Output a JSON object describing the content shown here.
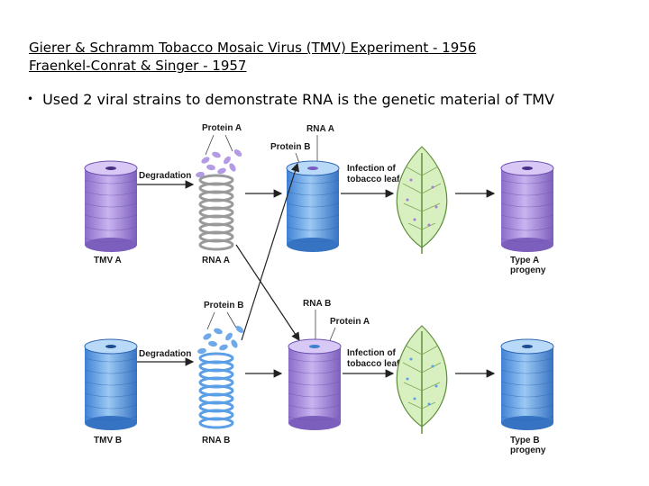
{
  "headings": {
    "line1": "Gierer & Schramm Tobacco Mosaic Virus (TMV) Experiment - 1956",
    "line2": "Fraenkel-Conrat & Singer - 1957"
  },
  "bullet": {
    "symbol": "•",
    "text": "Used 2 viral strains to demonstrate RNA is the genetic material of TMV"
  },
  "diagram": {
    "row_a": {
      "virus_label": "TMV A",
      "degradation_label": "Degradation",
      "protein_label": "Protein A",
      "rna_label": "RNA A",
      "hybrid_protein_label": "Protein B",
      "hybrid_rna_label": "RNA A",
      "infection_label_1": "Infection of",
      "infection_label_2": "tobacco leaf",
      "progeny_label_1": "Type A",
      "progeny_label_2": "progeny"
    },
    "row_b": {
      "virus_label": "TMV B",
      "degradation_label": "Degradation",
      "protein_label": "Protein B",
      "rna_label": "RNA B",
      "hybrid_protein_label": "Protein A",
      "hybrid_rna_label": "RNA B",
      "infection_label_1": "Infection of",
      "infection_label_2": "tobacco leaf",
      "progeny_label_1": "Type B",
      "progeny_label_2": "progeny"
    },
    "colors": {
      "strain_a_purple": "#a98be0",
      "strain_b_blue": "#5b9fe6",
      "leaf_green": "#cfeab0"
    }
  }
}
